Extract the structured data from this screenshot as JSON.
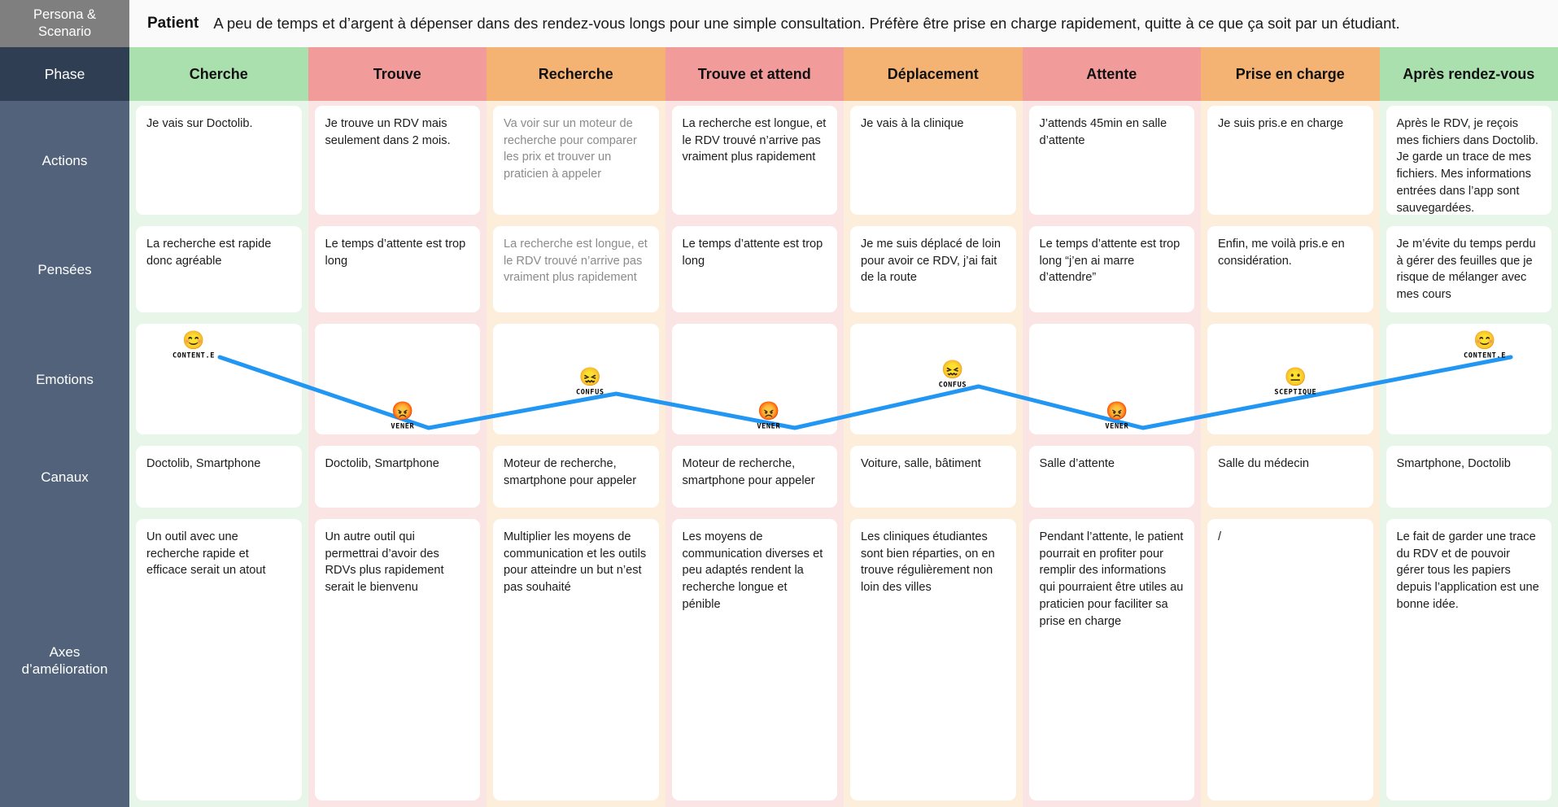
{
  "persona": {
    "row_label": "Persona & Scenario",
    "title": "Patient",
    "description": "A peu de temps et d’argent à dépenser dans des rendez-vous longs pour une simple consultation. Préfère être prise en charge rapidement, quitte à ce que ça soit par un étudiant."
  },
  "phase": {
    "row_label": "Phase",
    "columns": [
      {
        "label": "Cherche",
        "header_color": "#a9e0ad",
        "tint": "#e7f6e8"
      },
      {
        "label": "Trouve",
        "header_color": "#f29b9b",
        "tint": "#fbe4e4"
      },
      {
        "label": "Recherche",
        "header_color": "#f4b273",
        "tint": "#fdeedc"
      },
      {
        "label": "Trouve et attend",
        "header_color": "#f29b9b",
        "tint": "#fbe4e4"
      },
      {
        "label": "Déplacement",
        "header_color": "#f4b273",
        "tint": "#fdeedc"
      },
      {
        "label": "Attente",
        "header_color": "#f29b9b",
        "tint": "#fbe4e4"
      },
      {
        "label": "Prise en charge",
        "header_color": "#f4b273",
        "tint": "#fdeedc"
      },
      {
        "label": "Après rendez-vous",
        "header_color": "#a9e0ad",
        "tint": "#e7f6e8"
      }
    ]
  },
  "rows": [
    {
      "id": "actions",
      "label": "Actions",
      "cells": [
        {
          "text": "Je vais sur Doctolib.",
          "muted": false
        },
        {
          "text": "Je trouve un RDV mais seulement dans 2 mois.",
          "muted": false
        },
        {
          "text": "Va voir sur un moteur de recherche pour comparer les prix et trouver un praticien à appeler",
          "muted": true
        },
        {
          "text": "La recherche est longue, et le RDV trouvé n’arrive pas vraiment plus rapidement",
          "muted": false
        },
        {
          "text": "Je vais à la clinique",
          "muted": false
        },
        {
          "text": "J’attends 45min en salle d’attente",
          "muted": false
        },
        {
          "text": "Je suis pris.e en charge",
          "muted": false
        },
        {
          "text": "Après le RDV, je reçois mes fichiers dans Doctolib. Je garde un trace de mes fichiers. Mes informations entrées dans l’app sont sauvegardées.",
          "muted": false
        }
      ]
    },
    {
      "id": "pensees",
      "label": "Pensées",
      "cells": [
        {
          "text": "La recherche est rapide donc agréable",
          "muted": false
        },
        {
          "text": "Le temps d’attente est trop long",
          "muted": false
        },
        {
          "text": "La recherche est longue, et le RDV trouvé n’arrive pas vraiment plus rapidement",
          "muted": true
        },
        {
          "text": "Le temps d’attente est trop long",
          "muted": false
        },
        {
          "text": "Je me suis déplacé de loin pour avoir ce RDV, j’ai fait de la route",
          "muted": false
        },
        {
          "text": "Le temps d’attente est trop long “j’en ai marre d’attendre”",
          "muted": false
        },
        {
          "text": "Enfin, me voilà pris.e en considération.",
          "muted": false
        },
        {
          "text": "Je m’évite du temps perdu à gérer des feuilles que je risque de mélanger avec mes cours",
          "muted": false
        }
      ]
    },
    {
      "id": "emotions",
      "label": "Emotions",
      "cells": [
        {
          "text": "",
          "muted": false
        },
        {
          "text": "",
          "muted": false
        },
        {
          "text": "",
          "muted": false
        },
        {
          "text": "",
          "muted": false
        },
        {
          "text": "",
          "muted": false
        },
        {
          "text": "",
          "muted": false
        },
        {
          "text": "",
          "muted": false
        },
        {
          "text": "",
          "muted": false
        }
      ]
    },
    {
      "id": "canaux",
      "label": "Canaux",
      "cells": [
        {
          "text": "Doctolib, Smartphone",
          "muted": false
        },
        {
          "text": "Doctolib, Smartphone",
          "muted": false
        },
        {
          "text": "Moteur de recherche, smartphone pour appeler",
          "muted": false
        },
        {
          "text": "Moteur de recherche, smartphone pour appeler",
          "muted": false
        },
        {
          "text": "Voiture, salle, bâtiment",
          "muted": false
        },
        {
          "text": "Salle d’attente",
          "muted": false
        },
        {
          "text": "Salle du médecin",
          "muted": false
        },
        {
          "text": "Smartphone, Doctolib",
          "muted": false
        }
      ]
    },
    {
      "id": "axes",
      "label": "Axes d’amélioration",
      "cells": [
        {
          "text": "Un outil avec une recherche rapide et efficace serait un atout",
          "muted": false
        },
        {
          "text": "Un autre outil qui permettrai d’avoir des RDVs plus rapidement serait le bienvenu",
          "muted": false
        },
        {
          "text": "Multiplier les moyens de communication et les outils pour atteindre un but n’est pas souhaité",
          "muted": false
        },
        {
          "text": "Les moyens de communication diverses et peu adaptés rendent la recherche longue et pénible",
          "muted": false
        },
        {
          "text": "Les cliniques étudiantes sont bien réparties, on en trouve régulièrement non loin des villes",
          "muted": false
        },
        {
          "text": "Pendant l’attente, le patient pourrait en profiter pour remplir des informations qui pourraient être utiles au praticien pour faciliter sa prise en charge",
          "muted": false
        },
        {
          "text": "/",
          "muted": false
        },
        {
          "text": "Le fait de garder une trace du RDV et de pouvoir gérer tous les papiers depuis l’application est une bonne idée.",
          "muted": false
        }
      ]
    }
  ],
  "emotion_chart": {
    "type": "line",
    "line_color": "#2196f3",
    "line_width": 5,
    "categories": [
      "Cherche",
      "Trouve",
      "Recherche",
      "Trouve et attend",
      "Déplacement",
      "Attente",
      "Prise en charge",
      "Après rendez-vous"
    ],
    "points": [
      {
        "column": 0,
        "label": "CONTENT.E",
        "emoji": "😊",
        "level": 5,
        "x_pct": 36,
        "y_pct": 22
      },
      {
        "column": 1,
        "label": "VENER",
        "emoji": "😡",
        "level": 1,
        "x_pct": 53,
        "y_pct": 80
      },
      {
        "column": 2,
        "label": "CONFUS",
        "emoji": "😖",
        "level": 3,
        "x_pct": 58,
        "y_pct": 52
      },
      {
        "column": 3,
        "label": "VENER",
        "emoji": "😡",
        "level": 1,
        "x_pct": 58,
        "y_pct": 80
      },
      {
        "column": 4,
        "label": "CONFUS",
        "emoji": "😖",
        "level": 3,
        "x_pct": 61,
        "y_pct": 46
      },
      {
        "column": 5,
        "label": "VENER",
        "emoji": "😡",
        "level": 1,
        "x_pct": 53,
        "y_pct": 80
      },
      {
        "column": 6,
        "label": "SCEPTIQUE",
        "emoji": "😐",
        "level": 3,
        "x_pct": 53,
        "y_pct": 52
      },
      {
        "column": 7,
        "label": "CONTENT.E",
        "emoji": "😊",
        "level": 5,
        "x_pct": 59,
        "y_pct": 22
      }
    ],
    "ylabel": "",
    "xlabel": "",
    "grid": false,
    "legend": "none"
  },
  "colors": {
    "persona_label_bg": "#7f7f7f",
    "phase_label_bg": "#2f3e52",
    "row_label_bg": "#51627a",
    "card_bg": "#ffffff",
    "emotion_line": "#2196f3",
    "muted_text": "#8b8b8b",
    "body_text": "#1c1c1c"
  }
}
